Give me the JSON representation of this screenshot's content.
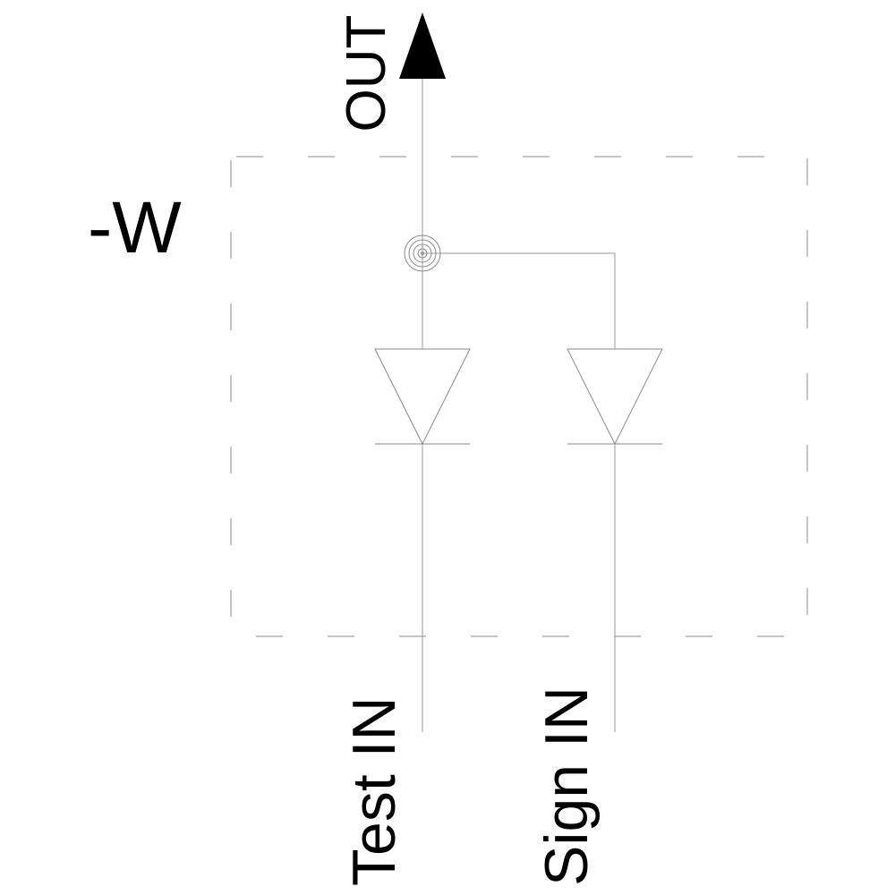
{
  "labels": {
    "out": "OUT",
    "designation": "-W",
    "input_test": "Test IN",
    "input_sign": "Sign IN"
  },
  "colors": {
    "line": "#9a9a9a",
    "text": "#000000",
    "arrow": "#000000"
  },
  "icons": {
    "output": "arrow-up-icon",
    "component": "diode-icon",
    "node": "junction-icon"
  }
}
